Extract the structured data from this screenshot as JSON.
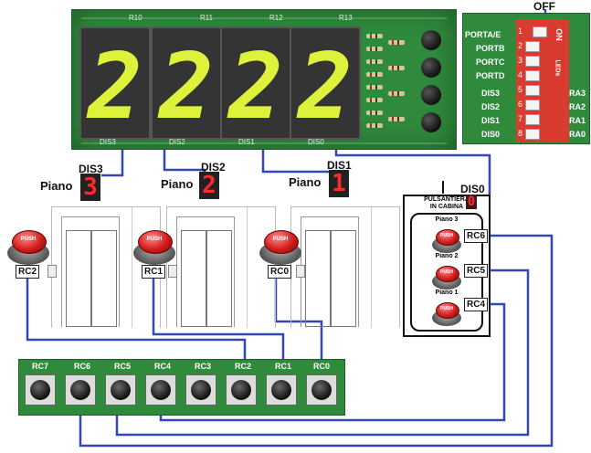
{
  "main_display": {
    "digits": [
      "2",
      "2",
      "2",
      "2"
    ],
    "digit_labels": [
      "DIS3",
      "DIS2",
      "DIS1",
      "DIS0"
    ],
    "top_labels": [
      "R10",
      "R11",
      "R12",
      "R13"
    ],
    "segment_color": "#dff23b"
  },
  "dip_switch": {
    "off_label": "OFF",
    "on_label": "ON",
    "leds_label": "LEDs",
    "left_labels": [
      "PORTA/E",
      "PORTB",
      "PORTC",
      "PORTD",
      "DIS3",
      "DIS2",
      "DIS1",
      "DIS0"
    ],
    "right_labels": [
      "RA3",
      "RA2",
      "RA1",
      "RA0"
    ],
    "numbers": [
      "1",
      "2",
      "3",
      "4",
      "5",
      "6",
      "7",
      "8"
    ]
  },
  "floors": [
    {
      "label": "Piano",
      "display_label": "DIS3",
      "digit": "3",
      "button_label": "PUSH",
      "rc": "RC2"
    },
    {
      "label": "Piano",
      "display_label": "DIS2",
      "digit": "2",
      "button_label": "PUSH",
      "rc": "RC1"
    },
    {
      "label": "Piano",
      "display_label": "DIS1",
      "digit": "1",
      "button_label": "PUSH",
      "rc": "RC0"
    }
  ],
  "cabin": {
    "title_line1": "PULSANTIERA",
    "title_line2": "IN CABINA",
    "display_label": "DIS0",
    "digit": "0",
    "buttons": [
      {
        "label": "Piano 3",
        "button_label": "PUSH",
        "rc": "RC6"
      },
      {
        "label": "Piano 2",
        "button_label": "PUSH",
        "rc": "RC5"
      },
      {
        "label": "Piano 1",
        "button_label": "PUSH",
        "rc": "RC4"
      }
    ]
  },
  "button_board": {
    "labels": [
      "RC7",
      "RC6",
      "RC5",
      "RC4",
      "RC3",
      "RC2",
      "RC1",
      "RC0"
    ]
  },
  "colors": {
    "wire": "#3347b5",
    "pcb": "#2f8a3c",
    "digit_red": "#ff2a2a",
    "dip_red": "#d93b2f"
  }
}
